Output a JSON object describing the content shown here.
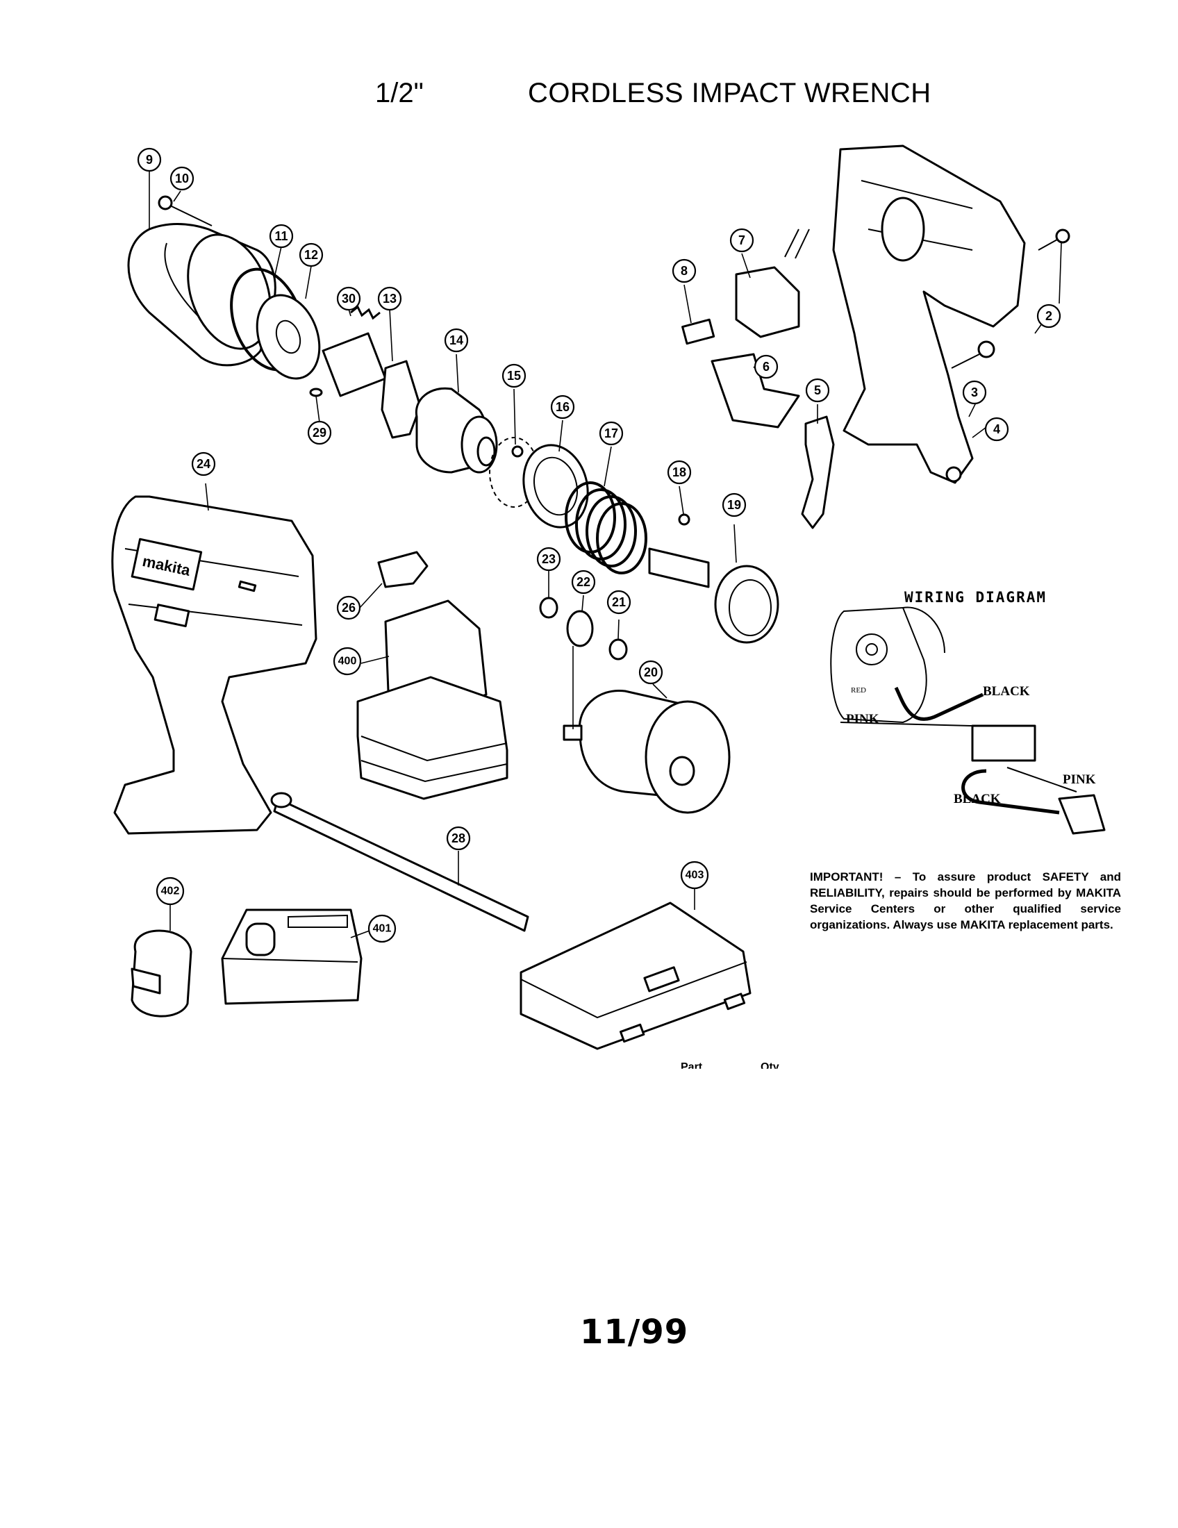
{
  "header": {
    "size": "1/2\"",
    "title": "CORDLESS IMPACT WRENCH"
  },
  "brand_mark": "makita",
  "part_labels": [
    "2",
    "3",
    "4",
    "5",
    "6",
    "7",
    "8",
    "9",
    "10",
    "11",
    "12",
    "13",
    "14",
    "15",
    "16",
    "17",
    "18",
    "19",
    "20",
    "21",
    "22",
    "23",
    "24",
    "26",
    "28",
    "29",
    "30",
    "400",
    "401",
    "402",
    "403"
  ],
  "wiring": {
    "title": "WIRING DIAGRAM",
    "labels": {
      "black_top": "BLACK",
      "pink_left": "PINK",
      "pink_right": "PINK",
      "black_bottom": "BLACK",
      "red": "RED"
    }
  },
  "notice": {
    "text": "IMPORTANT! – To assure product SAFETY and RELIABILITY, repairs should be performed by MAKITA Service Centers or other qualified service organizations. Always use MAKITA replacement parts."
  },
  "partial_header": {
    "part": "Part",
    "qty": "Qty"
  },
  "footer": {
    "date": "11/99"
  },
  "colors": {
    "ink": "#000000",
    "paper": "#ffffff"
  }
}
